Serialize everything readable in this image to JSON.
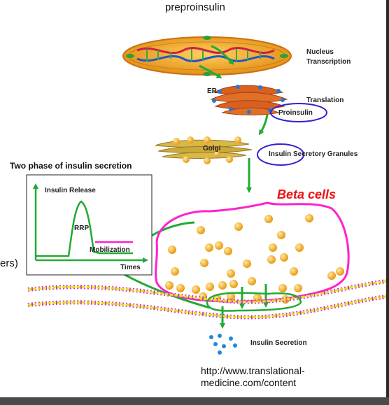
{
  "title": "preproinsulin",
  "labels": {
    "nucleus": "Nucleus",
    "transcription": "Transcription",
    "er": "ER",
    "translation": "Translation",
    "proinsulin": "Proinsulin",
    "golgi": "Golgi",
    "granules": "Insulin Secretory Granules",
    "two_phase": "Two phase of insulin secretion",
    "insulin_release": "Insulin Release",
    "rrp": "RRP",
    "mobilization": "Mobilization",
    "times": "Times",
    "beta_cells": "Beta cells",
    "cut_text": "ers)",
    "insulin_secretion": "Insulin Secretion",
    "url_line1": "http://www.translational-",
    "url_line2": "medicine.com/content"
  },
  "colors": {
    "arrow": "#22aa33",
    "nucleus": "#f0a020",
    "er": "#d86020",
    "golgi": "#d4b040",
    "granule": "#f4b030",
    "cell_outline": "#ff22cc",
    "highlight_ring": "#3322cc",
    "membrane_head": "#e8e020",
    "membrane_tail": "#cc33cc",
    "insulin_dots": "#2288dd",
    "beta_text": "#ee1111"
  }
}
